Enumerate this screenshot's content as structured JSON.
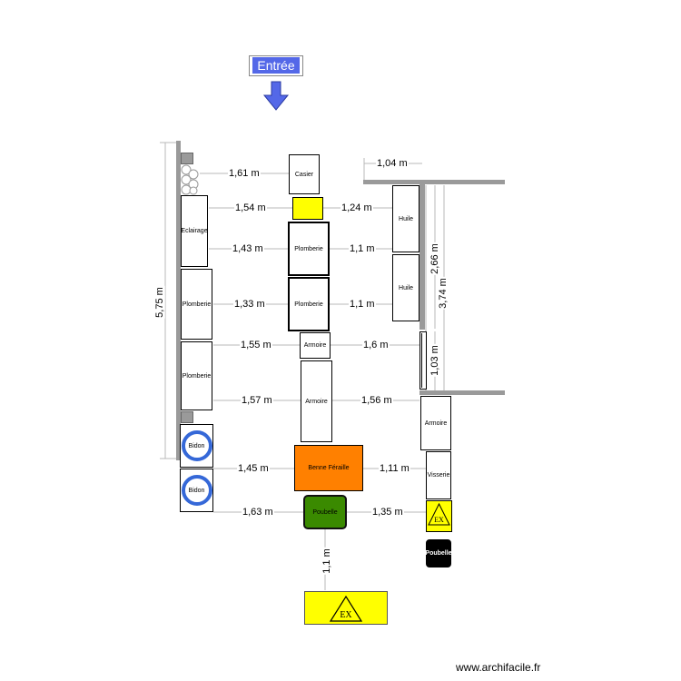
{
  "entrance": {
    "label": "Entrée",
    "arrow_color": "#5468e8"
  },
  "watermark": "www.archifacile.fr",
  "colors": {
    "wall": "#9a9a9a",
    "yellow": "#ffff00",
    "orange": "#ff8000",
    "green": "#3a8a00",
    "ring": "#3568d8"
  },
  "items": {
    "casier": "Casier",
    "eclairage": "Eclairage",
    "plomberie": "Plomberie",
    "armoire": "Armoire",
    "bidon": "Bidon",
    "benne": "Benne Féraille",
    "poubelle": "Poubelle",
    "huile": "Huile",
    "visserie": "Visserie",
    "ex": "EX"
  },
  "dimensions": {
    "d161": "1,61 m",
    "d154": "1,54 m",
    "d143": "1,43 m",
    "d133": "1,33 m",
    "d155": "1,55 m",
    "d157": "1,57 m",
    "d145": "1,45 m",
    "d163": "1,63 m",
    "d124": "1,24 m",
    "d11a": "1,1 m",
    "d11b": "1,1 m",
    "d16": "1,6 m",
    "d156": "1,56 m",
    "d111": "1,11 m",
    "d135": "1,35 m",
    "d11v": "1,1 m",
    "d104": "1,04 m",
    "d266": "2,66 m",
    "d374": "3,74 m",
    "d103": "1,03 m",
    "d575": "5,75 m"
  }
}
